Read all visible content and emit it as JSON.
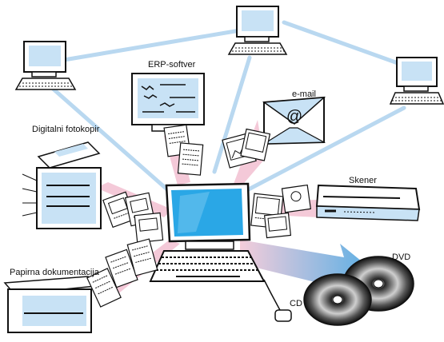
{
  "labels": {
    "erp": "ERP-softver",
    "email": "e-mail",
    "email_symbol": "@",
    "photocopier": "Digitalni fotokopir",
    "scanner": "Skener",
    "paper_docs": "Papirna dokumentacija",
    "dvd": "DVD",
    "cd": "CD"
  },
  "colors": {
    "link_blue": "#b9d8f0",
    "flow_pink": "#f3c4d4",
    "screen_light": "#c8e2f5",
    "screen_main": "#2aa7e6",
    "outline": "#111111"
  },
  "icons": [
    "workstation-icon",
    "printer-copier-icon",
    "scanner-icon",
    "document-icon",
    "envelope-icon",
    "optical-disc-icon",
    "mouse-icon"
  ]
}
